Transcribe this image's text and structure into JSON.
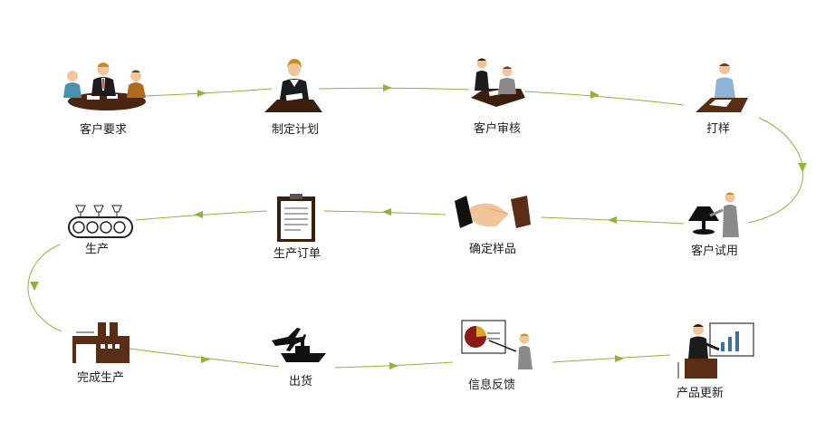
{
  "colors": {
    "connector": "#8db53a",
    "brown": "#5a2e14",
    "dark_brown": "#3b1e0c",
    "suit": "#1c1c1c",
    "gray_suit": "#8a8a8a",
    "skin": "#f2c49a",
    "hair": "#c8901e",
    "tie": "#c0392b"
  },
  "steps": [
    {
      "id": "s1",
      "label": "客户要求",
      "icon": "meeting-icon"
    },
    {
      "id": "s2",
      "label": "制定计划",
      "icon": "planner-icon"
    },
    {
      "id": "s3",
      "label": "客户审核",
      "icon": "review-icon"
    },
    {
      "id": "s4",
      "label": "打样",
      "icon": "drafting-icon"
    },
    {
      "id": "s5",
      "label": "客户试用",
      "icon": "lamp-trial-icon"
    },
    {
      "id": "s6",
      "label": "确定样品",
      "icon": "handshake-icon"
    },
    {
      "id": "s7",
      "label": "生产订单",
      "icon": "clipboard-icon"
    },
    {
      "id": "s8",
      "label": "生产",
      "icon": "conveyor-icon"
    },
    {
      "id": "s9",
      "label": "完成生产",
      "icon": "factory-icon"
    },
    {
      "id": "s10",
      "label": "出货",
      "icon": "shipping-icon"
    },
    {
      "id": "s11",
      "label": "信息反馈",
      "icon": "presentation-icon"
    },
    {
      "id": "s12",
      "label": "产品更新",
      "icon": "growth-chart-icon"
    }
  ]
}
